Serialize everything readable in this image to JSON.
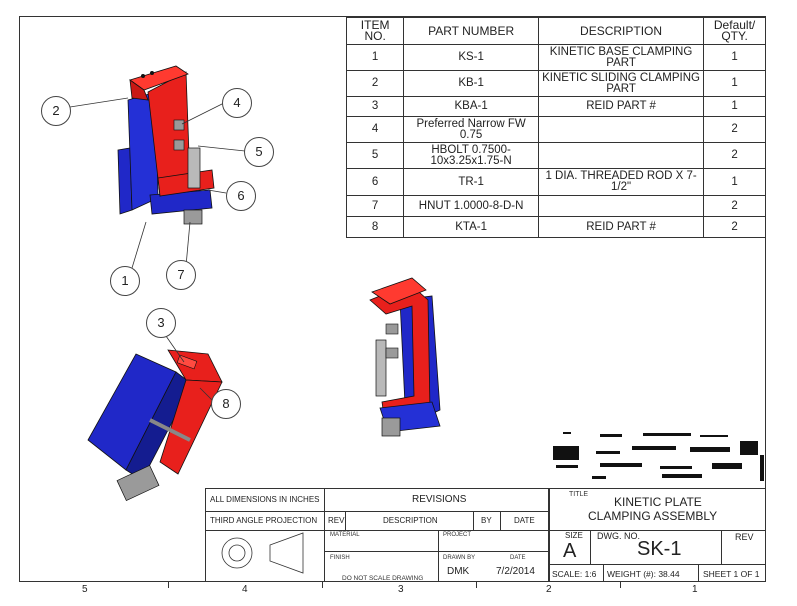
{
  "bom": {
    "headers": [
      "ITEM NO.",
      "PART NUMBER",
      "DESCRIPTION",
      "Default/ QTY."
    ],
    "rows": [
      [
        "1",
        "KS-1",
        "KINETIC BASE CLAMPING PART",
        "1"
      ],
      [
        "2",
        "KB-1",
        "KINETIC SLIDING CLAMPING PART",
        "1"
      ],
      [
        "3",
        "KBA-1",
        "REID PART #",
        "1"
      ],
      [
        "4",
        "Preferred Narrow FW 0.75",
        "",
        "2"
      ],
      [
        "5",
        "HBOLT 0.7500-10x3.25x1.75-N",
        "",
        "2"
      ],
      [
        "6",
        "TR-1",
        "1 DIA. THREADED ROD X 7-1/2\"",
        "1"
      ],
      [
        "7",
        "HNUT 1.0000-8-D-N",
        "",
        "2"
      ],
      [
        "8",
        "KTA-1",
        "REID PART #",
        "2"
      ]
    ]
  },
  "callouts": [
    "1",
    "2",
    "3",
    "4",
    "5",
    "6",
    "7",
    "8"
  ],
  "zones": [
    "5",
    "4",
    "3",
    "2",
    "1"
  ],
  "title_block": {
    "dims_note": "ALL DIMENSIONS IN INCHES",
    "projection_note": "THIRD ANGLE PROJECTION",
    "revisions_label": "REVISIONS",
    "rev_col": "REV",
    "description_col": "DESCRIPTION",
    "by_col": "BY",
    "date_col": "DATE",
    "material_label": "MATERIAL",
    "project_label": "PROJECT",
    "finish_label": "FINISH",
    "drawn_by_label": "DRAWN BY",
    "date_label": "DATE",
    "drawn_by": "DMK",
    "drawn_date": "7/2/2014",
    "no_scale": "DO NOT SCALE DRAWING",
    "title_label": "TITLE",
    "title_line1": "KINETIC PLATE",
    "title_line2": "CLAMPING ASSEMBLY",
    "size_label": "SIZE",
    "size": "A",
    "dwg_no_label": "DWG.  NO.",
    "dwg_no": "SK-1",
    "rev_label": "REV",
    "scale": "SCALE: 1:6",
    "weight": "WEIGHT (#): 38.44",
    "sheet": "SHEET 1 OF 1"
  },
  "colors": {
    "red_part": "#e8201c",
    "blue_part": "#2028c8",
    "steel": "#b9b9b9"
  }
}
